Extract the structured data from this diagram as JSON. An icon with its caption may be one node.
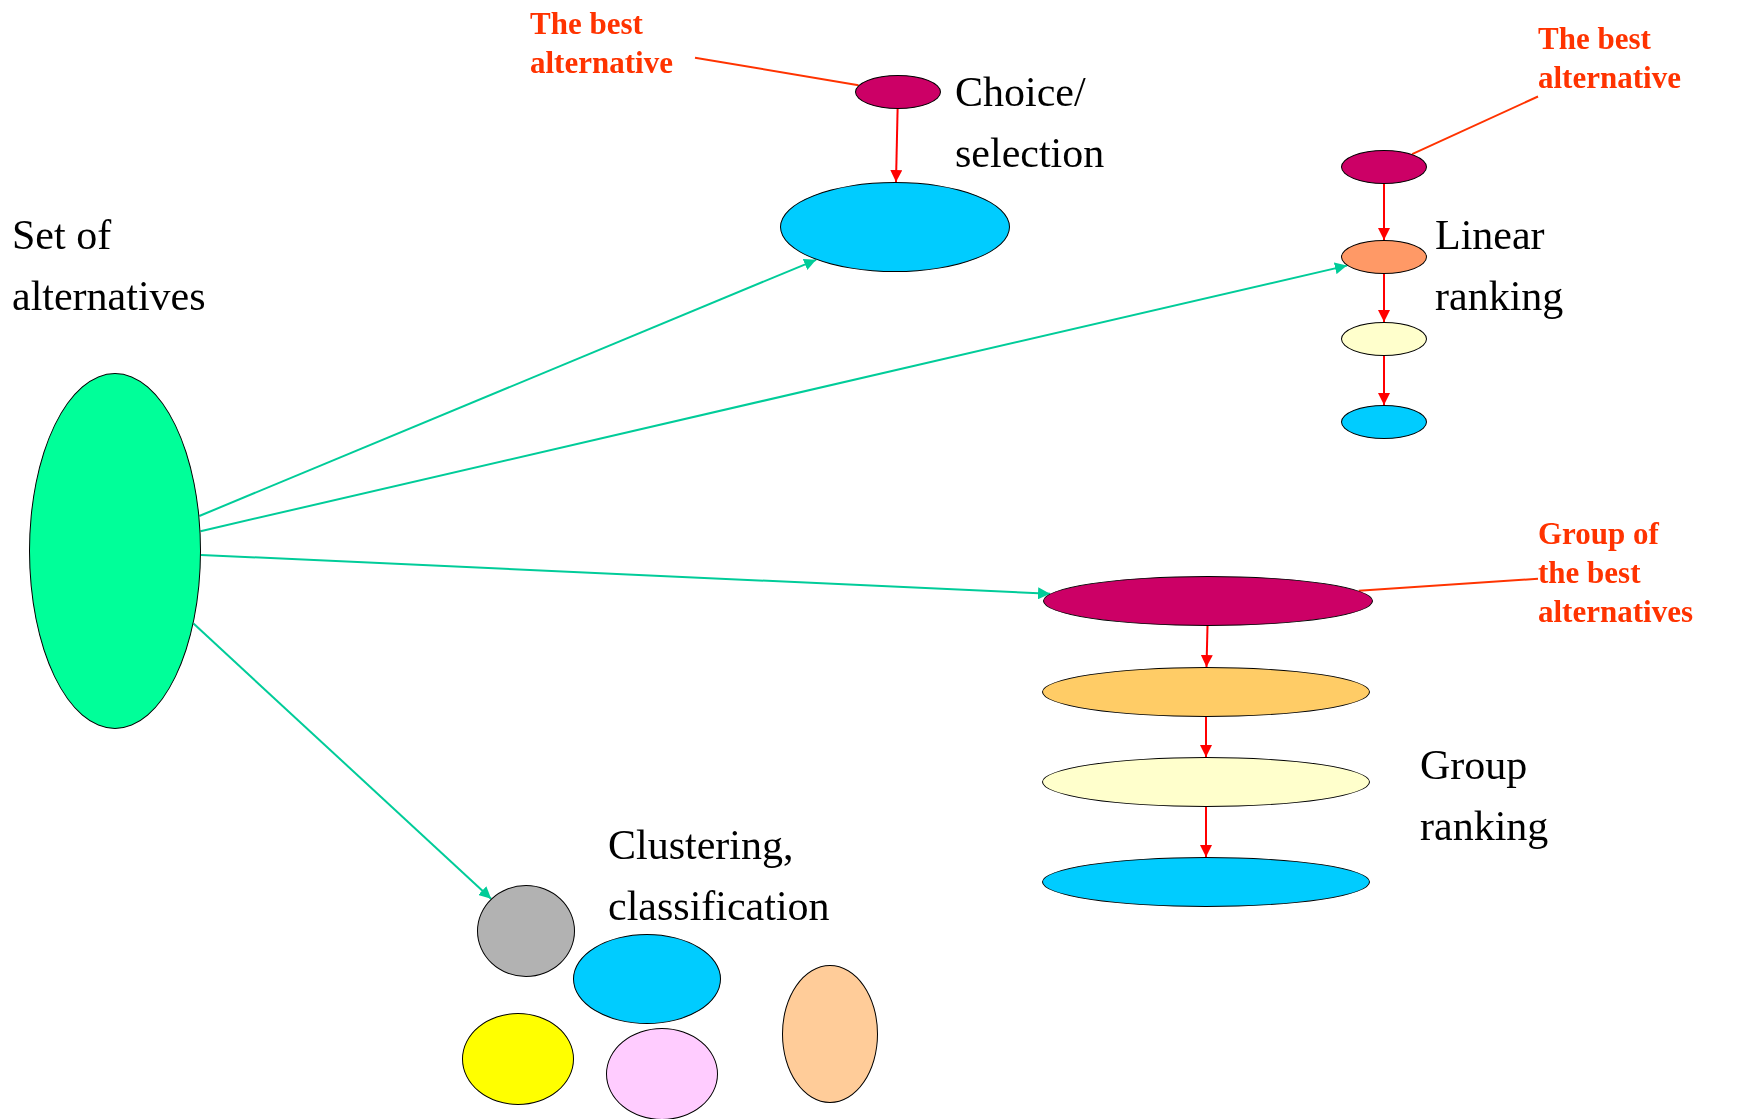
{
  "diagram": {
    "nodes": [
      {
        "text": [],
        "shape": "ellipse"
      },
      {
        "text": [
          "The best alternative"
        ]
      },
      {
        "text": [],
        "shape": "ellipse"
      },
      {
        "text": [],
        "shape": "ellipse"
      },
      {
        "text": [
          "The best alternative"
        ]
      },
      {
        "text": [],
        "shape": "ellipse"
      },
      {
        "text": [],
        "shape": "ellipse"
      },
      {
        "text": [],
        "shape": "ellipse"
      },
      {
        "text": [],
        "shape": "ellipse"
      },
      {
        "text": [
          "Group of the best alternatives"
        ]
      },
      {
        "text": [],
        "shape": "ellipse"
      },
      {
        "text": [],
        "shape": "ellipse"
      },
      {
        "text": [],
        "shape": "ellipse"
      },
      {
        "text": [],
        "shape": "ellipse"
      },
      {
        "text": [],
        "shape": "ellipse"
      },
      {
        "text": [],
        "shape": "ellipse"
      },
      {
        "text": [],
        "shape": "ellipse"
      },
      {
        "text": [],
        "shape": "ellipse"
      },
      {
        "text": [],
        "shape": "ellipse"
      }
    ],
    "edges": [
      {
        "from": 0,
        "to": 3,
        "arrow": "to",
        "color": "#00cc99"
      },
      {
        "from": 0,
        "to": 6,
        "arrow": "to",
        "color": "#00cc99"
      },
      {
        "from": 0,
        "to": 10,
        "arrow": "to",
        "color": "#00cc99"
      },
      {
        "from": 0,
        "to": 14,
        "arrow": "to",
        "color": "#00cc99"
      },
      {
        "from": 1,
        "to": 2,
        "arrow": "none",
        "color": "#ff3300"
      },
      {
        "from": 2,
        "to": 3,
        "arrow": "to"
      },
      {
        "from": 4,
        "to": 5,
        "arrow": "none",
        "color": "#ff3300"
      },
      {
        "from": 5,
        "to": 6,
        "arrow": "to"
      },
      {
        "from": 6,
        "to": 7,
        "arrow": "to"
      },
      {
        "from": 7,
        "to": 8,
        "arrow": "to"
      },
      {
        "from": 9,
        "to": 10,
        "arrow": "none",
        "color": "#ff3300"
      },
      {
        "from": 10,
        "to": 11,
        "arrow": "to"
      },
      {
        "from": 11,
        "to": 12,
        "arrow": "to"
      },
      {
        "from": 12,
        "to": 13,
        "arrow": "to"
      }
    ],
    "labels": [
      "Set of alternatives",
      "Choice/ selection",
      "Linear ranking",
      "Group ranking",
      "Clustering, classification"
    ]
  }
}
